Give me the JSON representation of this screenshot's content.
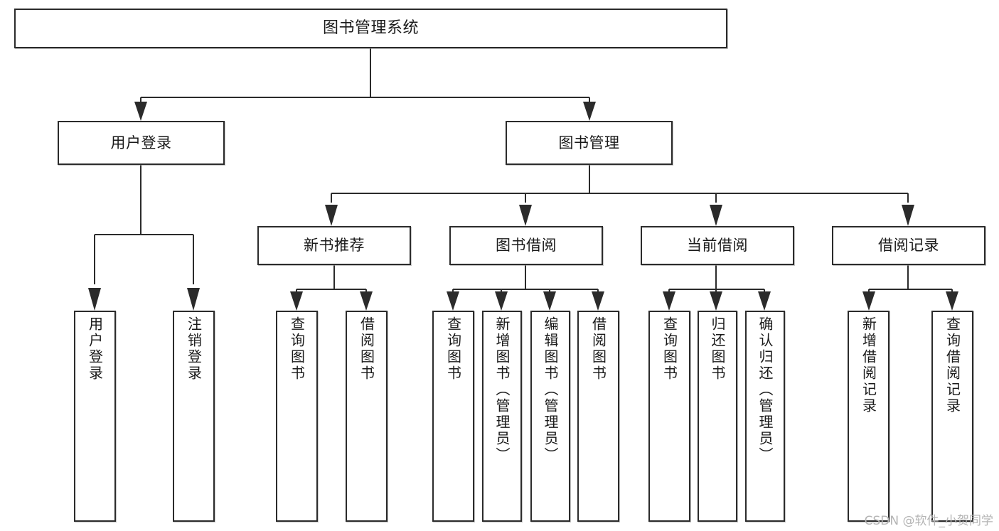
{
  "diagram": {
    "title": "图书管理系统",
    "type": "功能结构图",
    "watermark": "CSDN @软件_小贺同学",
    "nodes": {
      "root": {
        "label": "图书管理系统"
      },
      "tier1": [
        {
          "id": "user-login",
          "label": "用户登录"
        },
        {
          "id": "book-manage",
          "label": "图书管理"
        }
      ],
      "tier2": [
        {
          "id": "new-book-recommend",
          "label": "新书推荐"
        },
        {
          "id": "book-borrow",
          "label": "图书借阅"
        },
        {
          "id": "current-borrow",
          "label": "当前借阅"
        },
        {
          "id": "borrow-record",
          "label": "借阅记录"
        }
      ],
      "leaves": {
        "user_login": [
          {
            "id": "leaf-user-login",
            "label": "用户登录"
          },
          {
            "id": "leaf-user-logout",
            "label": "注销登录"
          }
        ],
        "new_book_recommend": [
          {
            "id": "leaf-query-book-1",
            "label": "查询图书"
          },
          {
            "id": "leaf-borrow-book-1",
            "label": "借阅图书"
          }
        ],
        "book_borrow": [
          {
            "id": "leaf-query-book-2",
            "label": "查询图书"
          },
          {
            "id": "leaf-add-book",
            "label": "新增图书（管理员）"
          },
          {
            "id": "leaf-edit-book",
            "label": "编辑图书（管理员）"
          },
          {
            "id": "leaf-borrow-book-2",
            "label": "借阅图书"
          }
        ],
        "current_borrow": [
          {
            "id": "leaf-query-book-3",
            "label": "查询图书"
          },
          {
            "id": "leaf-return-book",
            "label": "归还图书"
          },
          {
            "id": "leaf-confirm-return",
            "label": "确认归还（管理员）"
          }
        ],
        "borrow_record": [
          {
            "id": "leaf-add-record",
            "label": "新增借阅记录"
          },
          {
            "id": "leaf-query-record",
            "label": "查询借阅记录"
          }
        ]
      }
    },
    "colors": {
      "stroke": "#2b2b2b",
      "fill": "#ffffff",
      "text": "#1a1a1a",
      "watermark": "#b4b4b4"
    }
  }
}
